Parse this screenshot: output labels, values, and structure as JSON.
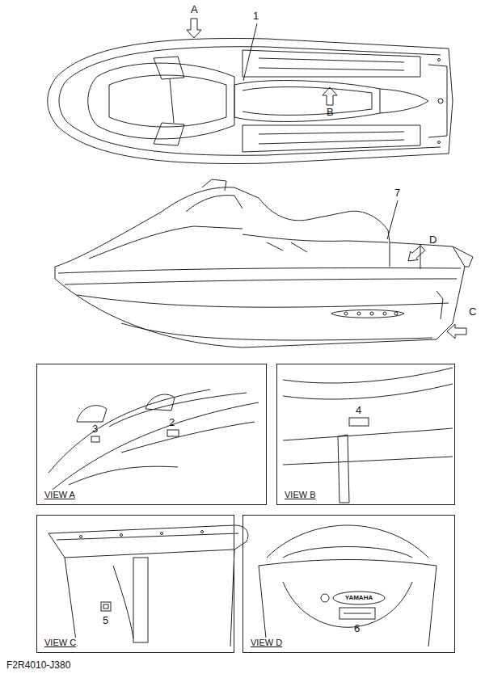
{
  "diagram": {
    "caption": "F2R4010-J380",
    "nodes": [
      {
        "text": [
          "VIEW A"
        ]
      },
      {
        "text": [
          "VIEW B"
        ]
      },
      {
        "text": [
          "VIEW C"
        ]
      },
      {
        "text": [
          "VIEW D"
        ]
      }
    ],
    "labels": [
      "1",
      "A",
      "B",
      "7",
      "D",
      "C",
      "3",
      "2",
      "4",
      "5",
      "6",
      "YAMAHA"
    ]
  }
}
